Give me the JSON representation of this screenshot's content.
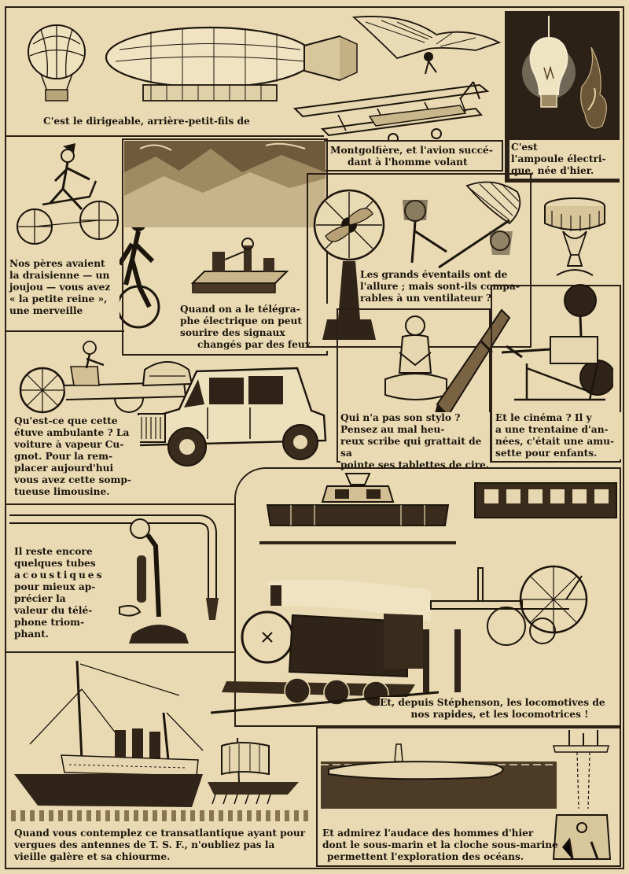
{
  "captions": {
    "dirigeable": "C'est le dirigeable, arrière-petit-fils de",
    "montgolfiere": [
      "Montgolfière, et l'avion succé-",
      "dant à l'homme volant"
    ],
    "ampoule": [
      "C'est",
      "l'ampoule électri-",
      "que, née d'hier."
    ],
    "draisienne": [
      "Nos pères avaient",
      "la draisienne — un",
      "joujou — vous avez",
      "« la petite reine »,",
      "une merveille"
    ],
    "telegraphe": [
      "Quand on a le télégra-",
      "phe électrique on peut",
      "sourire des signaux",
      "changés par des feux."
    ],
    "eventails": [
      "Les grands éventails ont de",
      "l'allure ; mais sont-ils compa-",
      "rables à un ventilateur ?"
    ],
    "cugnot": [
      "Qu'est-ce que cette",
      "étuve ambulante ? La",
      "voiture à vapeur Cu-",
      "gnot. Pour la rem-",
      "placer aujourd'hui",
      "vous avez cette somp-",
      "tueuse limousine."
    ],
    "stylo": [
      "Qui n'a pas son stylo ?",
      "Pensez au mal heu-",
      "reux scribe qui grattait de sa",
      "pointe ses tablettes de cire."
    ],
    "cinema": [
      "Et le cinéma ? Il y",
      "a une trentaine d'an-",
      "nées, c'était une amu-",
      "sette pour enfants."
    ],
    "telephone": [
      "Il reste encore",
      "quelques tubes",
      "acoustiques",
      "pour mieux ap-",
      "précier la",
      "valeur du télé-",
      "phone triom-",
      "phant."
    ],
    "locomotives": [
      "Et, depuis Stéphenson, les locomotives de",
      "nos rapides, et les locomotrices !"
    ],
    "transatlantique": [
      "Quand vous contemplez ce transatlantique ayant pour",
      "vergues des antennes de T. S. F., n'oubliez pas la",
      "vieille galère et sa chiourme."
    ],
    "sousmarin": [
      "Et admirez l'audace des hommes d'hier",
      "dont le sous-marin et la cloche sous-marine",
      "permettent l'exploration des océans."
    ]
  },
  "illustrations": {
    "balloon": "montgolfiere-balloon-icon",
    "airship": "dirigeable-airship-icon",
    "ornithopter": "flying-man-machine-icon",
    "biplane": "biplane-icon",
    "bulb": "light-bulb-icon",
    "draisienne": "draisienne-rider-icon",
    "cyclist": "cyclist-icon",
    "mountains": "mountain-signal-fire-icon",
    "telegraph": "telegraph-apparatus-icon",
    "fan": "electric-fan-icon",
    "egyptians": "egyptian-fan-bearers-icon",
    "zoetrope": "zoetrope-icon",
    "cugnot": "cugnot-steam-carriage-icon",
    "limousine": "limousine-icon",
    "scribe": "seated-scribe-icon",
    "pen": "fountain-pen-icon",
    "projector": "film-projector-icon",
    "tube": "acoustic-tube-icon",
    "telephone": "candlestick-telephone-icon",
    "electric_loco": "electric-locomotive-icon",
    "railcar": "railway-carriage-icon",
    "steam_loco": "steam-locomotive-icon",
    "rocket": "stephenson-rocket-icon",
    "liner": "ocean-liner-icon",
    "galley": "galley-icon",
    "submarine": "submarine-icon",
    "diving_bell": "diving-bell-icon"
  },
  "colors": {
    "paper": "#e9dab3",
    "ink": "#1c150c",
    "dark_panel": "#2b2116"
  }
}
